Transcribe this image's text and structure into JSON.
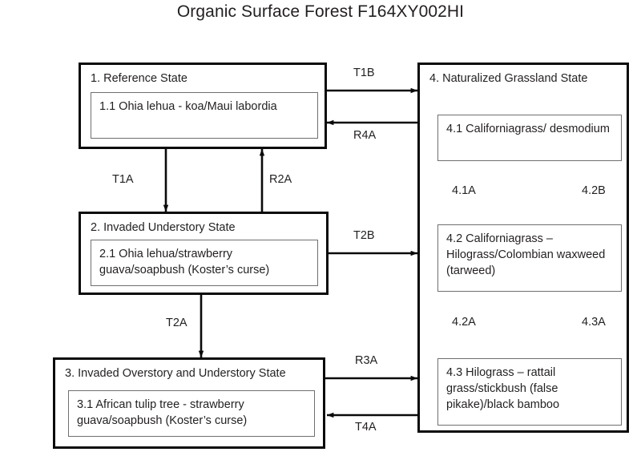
{
  "title": "Organic Surface Forest F164XY002HI",
  "states": [
    {
      "id": "state-1",
      "title": "1. Reference State",
      "phases": [
        {
          "id": "phase-1-1",
          "text": "1.1 Ohia lehua - koa/Maui labordia"
        }
      ]
    },
    {
      "id": "state-2",
      "title": "2. Invaded Understory State",
      "phases": [
        {
          "id": "phase-2-1",
          "text": "2.1 Ohia lehua/strawberry guava/soapbush (Koster’s curse)"
        }
      ]
    },
    {
      "id": "state-3",
      "title": "3. Invaded Overstory and Understory State",
      "phases": [
        {
          "id": "phase-3-1",
          "text": "3.1 African tulip tree - strawberry guava/soapbush (Koster’s curse)"
        }
      ]
    },
    {
      "id": "state-4",
      "title": "4. Naturalized Grassland State",
      "phases": [
        {
          "id": "phase-4-1",
          "text": "4.1 Californiagrass/ desmodium"
        },
        {
          "id": "phase-4-2",
          "text": "4.2 Californiagrass – Hilograss/Colombian waxweed (tarweed)"
        },
        {
          "id": "phase-4-3",
          "text": "4.3 Hilograss – rattail grass/stickbush (false pikake)/black bamboo"
        }
      ]
    }
  ],
  "transitions": [
    {
      "id": "t1b",
      "label": "T1B",
      "from": "state-1",
      "to": "state-4",
      "direction": "right"
    },
    {
      "id": "r4a",
      "label": "R4A",
      "from": "state-4",
      "to": "state-1",
      "direction": "left"
    },
    {
      "id": "t1a",
      "label": "T1A",
      "from": "state-1",
      "to": "state-2",
      "direction": "down"
    },
    {
      "id": "r2a",
      "label": "R2A",
      "from": "state-2",
      "to": "state-1",
      "direction": "up"
    },
    {
      "id": "t2b",
      "label": "T2B",
      "from": "state-2",
      "to": "state-4",
      "direction": "right"
    },
    {
      "id": "t2a",
      "label": "T2A",
      "from": "state-2",
      "to": "state-3",
      "direction": "down"
    },
    {
      "id": "r3a",
      "label": "R3A",
      "from": "state-3",
      "to": "state-4",
      "direction": "right"
    },
    {
      "id": "t4a",
      "label": "T4A",
      "from": "state-4",
      "to": "state-3",
      "direction": "left"
    },
    {
      "id": "p41a",
      "label": "4.1A",
      "from": "phase-4-1",
      "to": "phase-4-2",
      "direction": "down"
    },
    {
      "id": "p42b",
      "label": "4.2B",
      "from": "phase-4-2",
      "to": "phase-4-1",
      "direction": "up"
    },
    {
      "id": "p42a",
      "label": "4.2A",
      "from": "phase-4-2",
      "to": "phase-4-3",
      "direction": "down"
    },
    {
      "id": "p43a",
      "label": "4.3A",
      "from": "phase-4-3",
      "to": "phase-4-2",
      "direction": "up"
    }
  ],
  "colors": {
    "state_border": "#0a0a0a",
    "phase_border": "#6f6f6f",
    "text": "#231f20",
    "background": "#ffffff"
  }
}
